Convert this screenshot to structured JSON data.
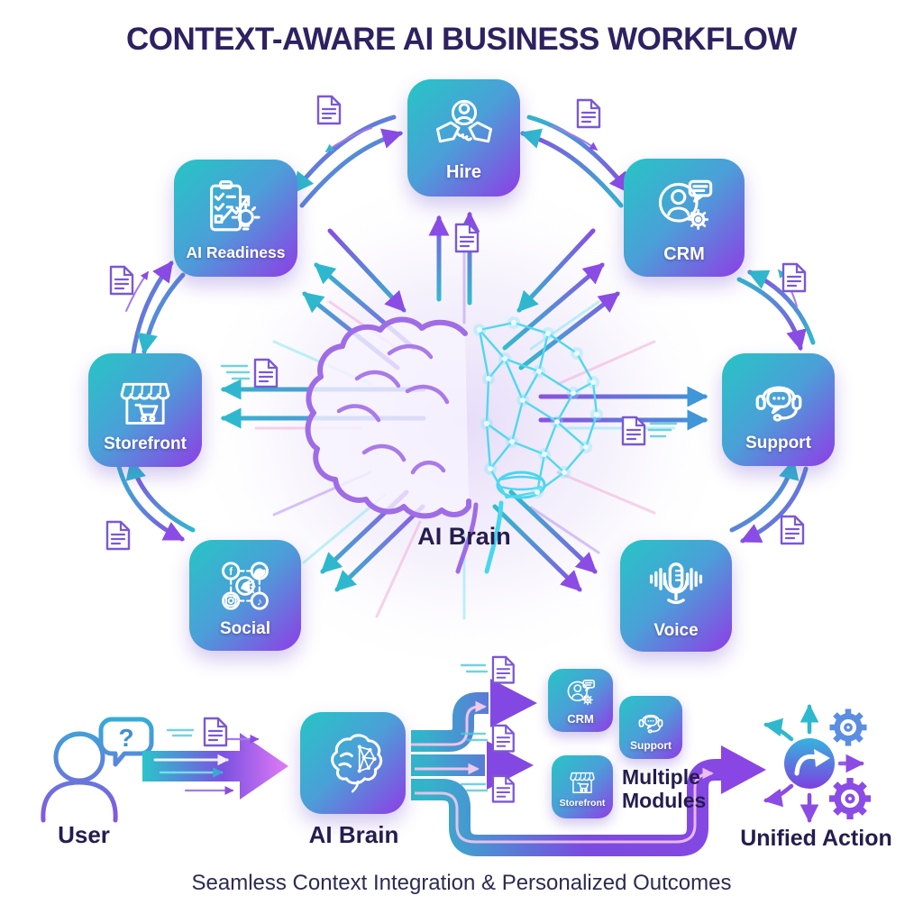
{
  "title": "CONTEXT-AWARE AI BUSINESS WORKFLOW",
  "caption": "Seamless Context Integration & Personalized Outcomes",
  "colors": {
    "title": "#2e2161",
    "label_dark": "#241d4e",
    "tile_teal": "#26c5c5",
    "tile_purple": "#8e3de6",
    "arrow_teal": "#2fb8cd",
    "arrow_purple": "#8a4ce4",
    "doc_outline": "#7a58d6"
  },
  "ring": {
    "center_label": "AI Brain",
    "nodes": [
      {
        "label": "Hire",
        "icon": "handshake-icon"
      },
      {
        "label": "CRM",
        "icon": "customer-chat-gear-icon"
      },
      {
        "label": "Support",
        "icon": "headset-chat-icon"
      },
      {
        "label": "Voice",
        "icon": "microphone-waveform-icon"
      },
      {
        "label": "Social",
        "icon": "social-networks-icon"
      },
      {
        "label": "Storefront",
        "icon": "shop-cart-icon"
      },
      {
        "label": "AI Readiness",
        "icon": "checklist-growth-bulb-icon"
      }
    ]
  },
  "flow": {
    "user_label": "User",
    "user_bubble_glyph": "?",
    "brain_label": "AI Brain",
    "modules": [
      {
        "label": "CRM"
      },
      {
        "label": "Support"
      },
      {
        "label": "Storefront"
      }
    ],
    "modules_caption": "Multiple Modules",
    "unified_label": "Unified Action"
  },
  "icons": {
    "facebook_glyph": "f",
    "tiktok_glyph": "♪"
  }
}
